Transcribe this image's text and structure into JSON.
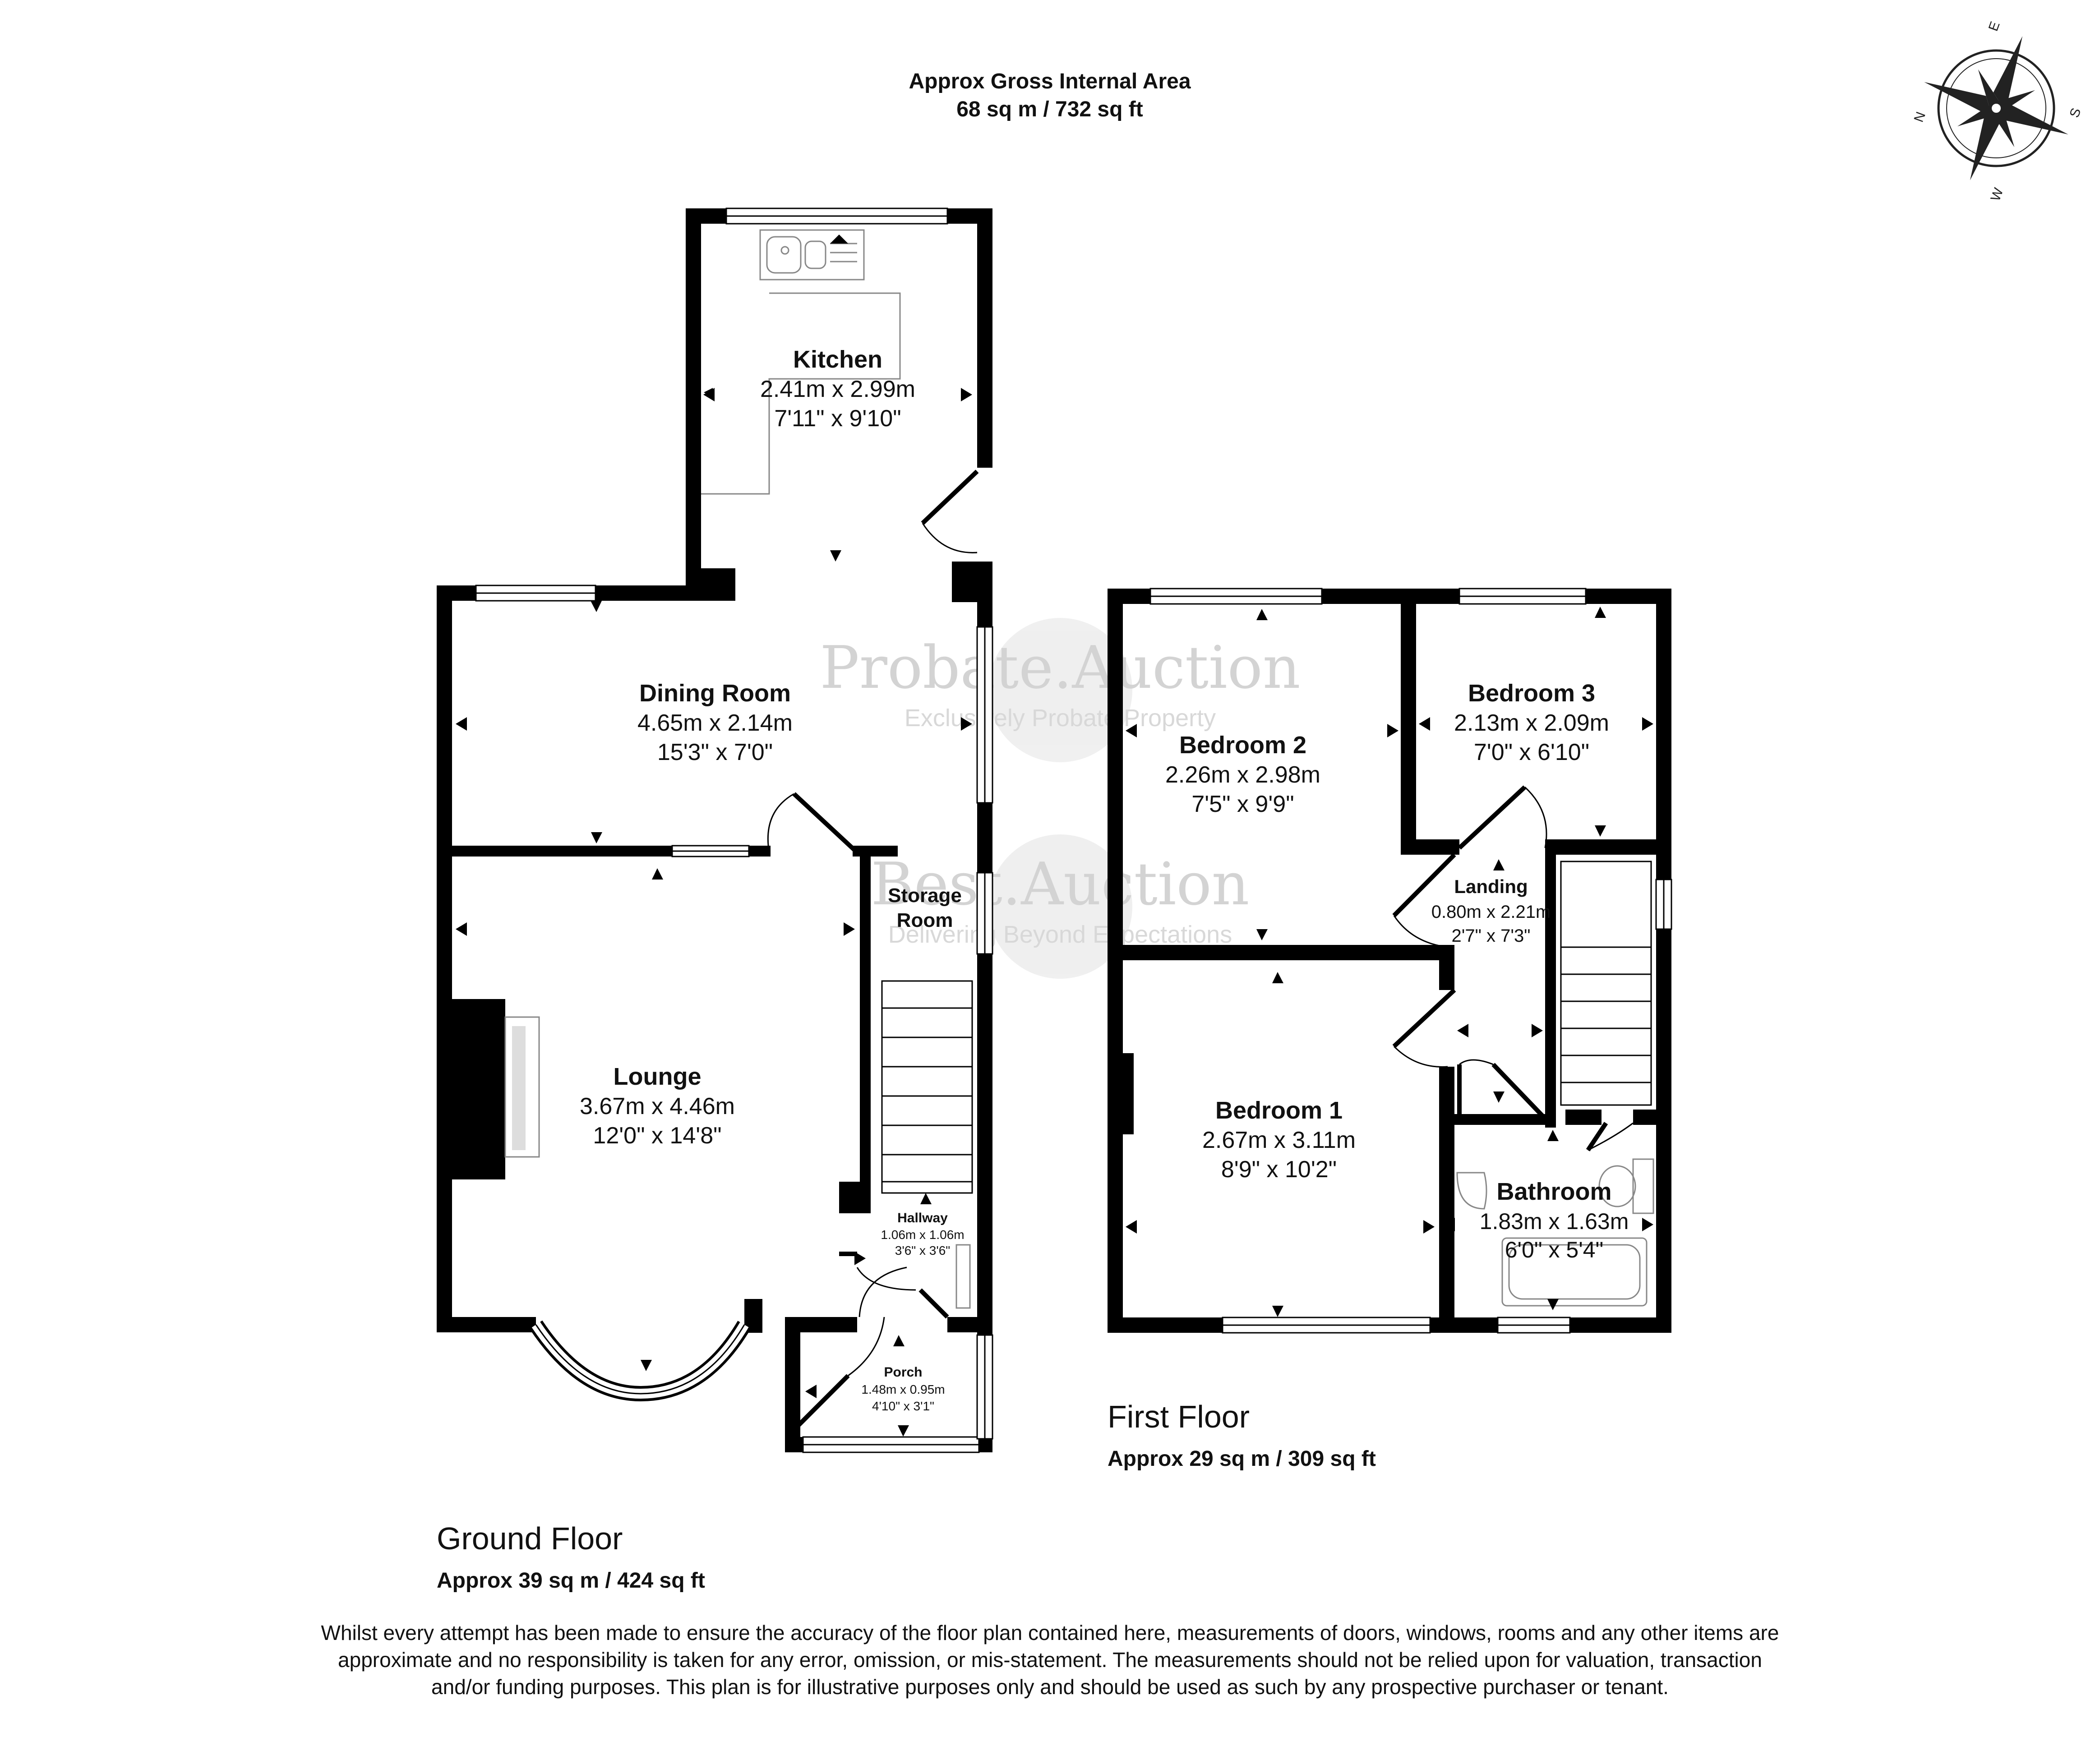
{
  "header": {
    "line1": "Approx Gross Internal Area",
    "line2": "68 sq m / 732 sq ft"
  },
  "compass": {
    "n": "N",
    "e": "E",
    "s": "S",
    "w": "W"
  },
  "watermark": {
    "brand1": "Probate.Auction",
    "tag1": "Exclusively Probate Property",
    "brand2": "Best.Auction",
    "tag2": "Delivering Beyond Expectations"
  },
  "ground_floor": {
    "label": "Ground Floor",
    "area": "Approx 39 sq m / 424 sq ft",
    "rooms": {
      "kitchen": {
        "name": "Kitchen",
        "metric": "2.41m x 2.99m",
        "imperial": "7'11\" x 9'10\""
      },
      "dining": {
        "name": "Dining Room",
        "metric": "4.65m x 2.14m",
        "imperial": "15'3\" x 7'0\""
      },
      "storage": {
        "name1": "Storage",
        "name2": "Room"
      },
      "lounge": {
        "name": "Lounge",
        "metric": "3.67m x 4.46m",
        "imperial": "12'0\" x 14'8\""
      },
      "hallway": {
        "name": "Hallway",
        "metric": "1.06m x 1.06m",
        "imperial": "3'6\" x 3'6\""
      },
      "porch": {
        "name": "Porch",
        "metric": "1.48m x 0.95m",
        "imperial": "4'10\" x 3'1\""
      }
    }
  },
  "first_floor": {
    "label": "First Floor",
    "area": "Approx 29 sq m / 309 sq ft",
    "rooms": {
      "bedroom2": {
        "name": "Bedroom 2",
        "metric": "2.26m x 2.98m",
        "imperial": "7'5\" x 9'9\""
      },
      "bedroom3": {
        "name": "Bedroom 3",
        "metric": "2.13m x 2.09m",
        "imperial": "7'0\" x 6'10\""
      },
      "landing": {
        "name": "Landing",
        "metric": "0.80m x 2.21m",
        "imperial": "2'7\" x 7'3\""
      },
      "bedroom1": {
        "name": "Bedroom 1",
        "metric": "2.67m x 3.11m",
        "imperial": "8'9\" x 10'2\""
      },
      "bathroom": {
        "name": "Bathroom",
        "metric": "1.83m x 1.63m",
        "imperial": "6'0\" x 5'4\""
      }
    }
  },
  "disclaimer": "Whilst every attempt has been made to ensure the accuracy of the floor plan contained here, measurements of doors, windows, rooms and any other items are approximate and no responsibility is taken for any error, omission, or mis-statement. The measurements should not be relied upon for valuation, transaction and/or funding purposes. This plan is for illustrative purposes only and should be used as such by any prospective purchaser or tenant."
}
